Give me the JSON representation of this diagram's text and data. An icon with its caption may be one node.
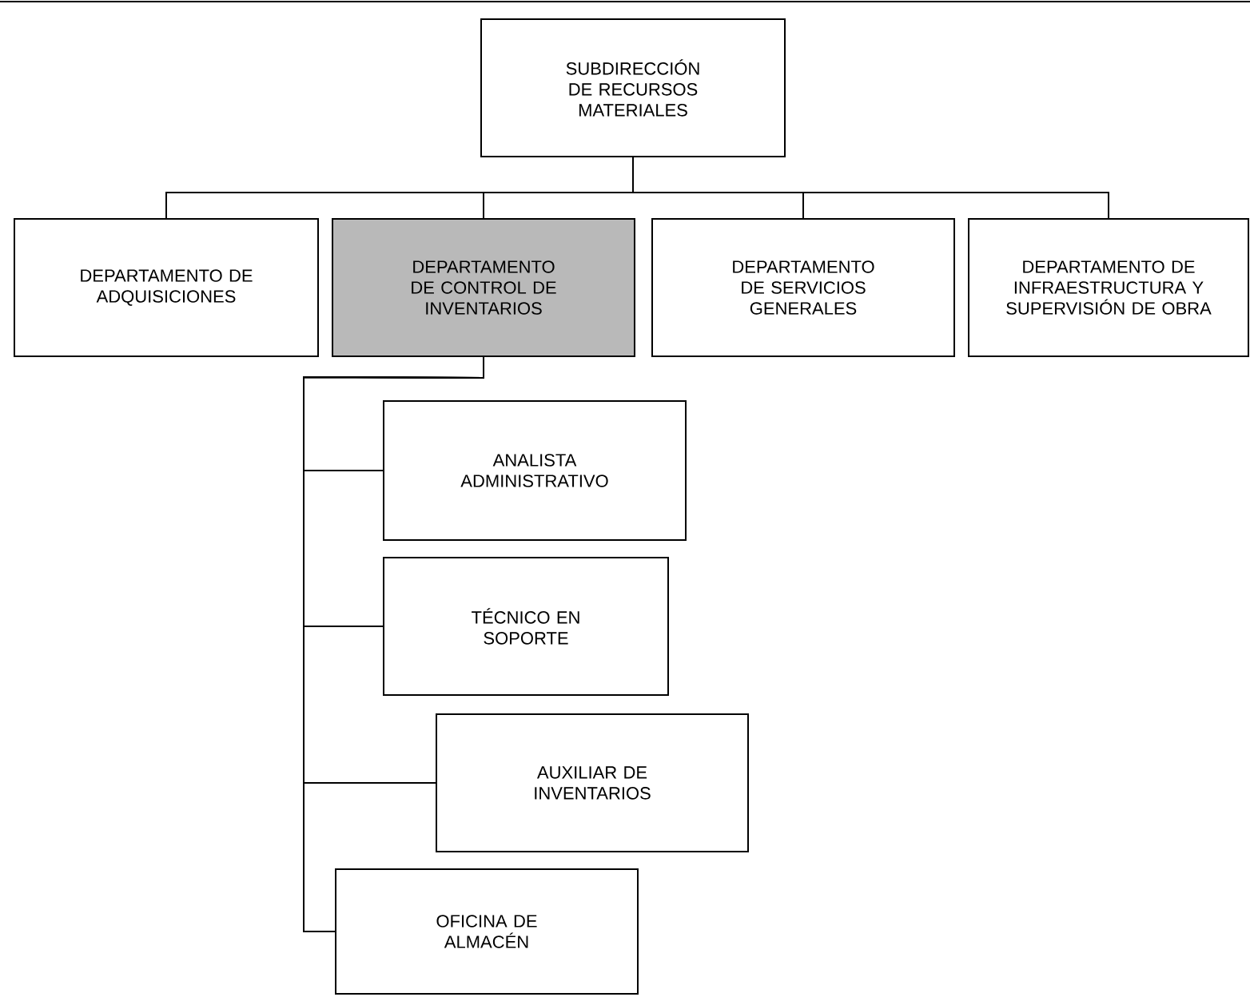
{
  "diagram": {
    "nodes": [
      {
        "text": [
          "SUBDIRECCIÓN DE RECURSOS MATERIALES"
        ]
      },
      {
        "text": [
          "DEPARTAMENTO DE ADQUISICIONES"
        ]
      },
      {
        "text": [
          "DEPARTAMENTO DE CONTROL DE INVENTARIOS"
        ]
      },
      {
        "text": [
          "DEPARTAMENTO DE SERVICIOS GENERALES"
        ]
      },
      {
        "text": [
          "DEPARTAMENTO DE INFRAESTRUCTURA Y SUPERVISIÓN DE OBRA"
        ]
      },
      {
        "text": [
          "ANALISTA ADMINISTRATIVO"
        ]
      },
      {
        "text": [
          "TÉCNICO EN SOPORTE"
        ]
      },
      {
        "text": [
          "AUXILIAR DE INVENTARIOS"
        ]
      },
      {
        "text": [
          "OFICINA DE ALMACÉN"
        ]
      }
    ],
    "edges": [
      {
        "from": 0,
        "to": 1,
        "arrow": "none"
      },
      {
        "from": 0,
        "to": 2,
        "arrow": "none"
      },
      {
        "from": 0,
        "to": 3,
        "arrow": "none"
      },
      {
        "from": 0,
        "to": 4,
        "arrow": "none"
      },
      {
        "from": 2,
        "to": 5,
        "arrow": "none"
      },
      {
        "from": 2,
        "to": 6,
        "arrow": "none"
      },
      {
        "from": 2,
        "to": 7,
        "arrow": "none"
      },
      {
        "from": 2,
        "to": 8,
        "arrow": "none"
      }
    ]
  }
}
